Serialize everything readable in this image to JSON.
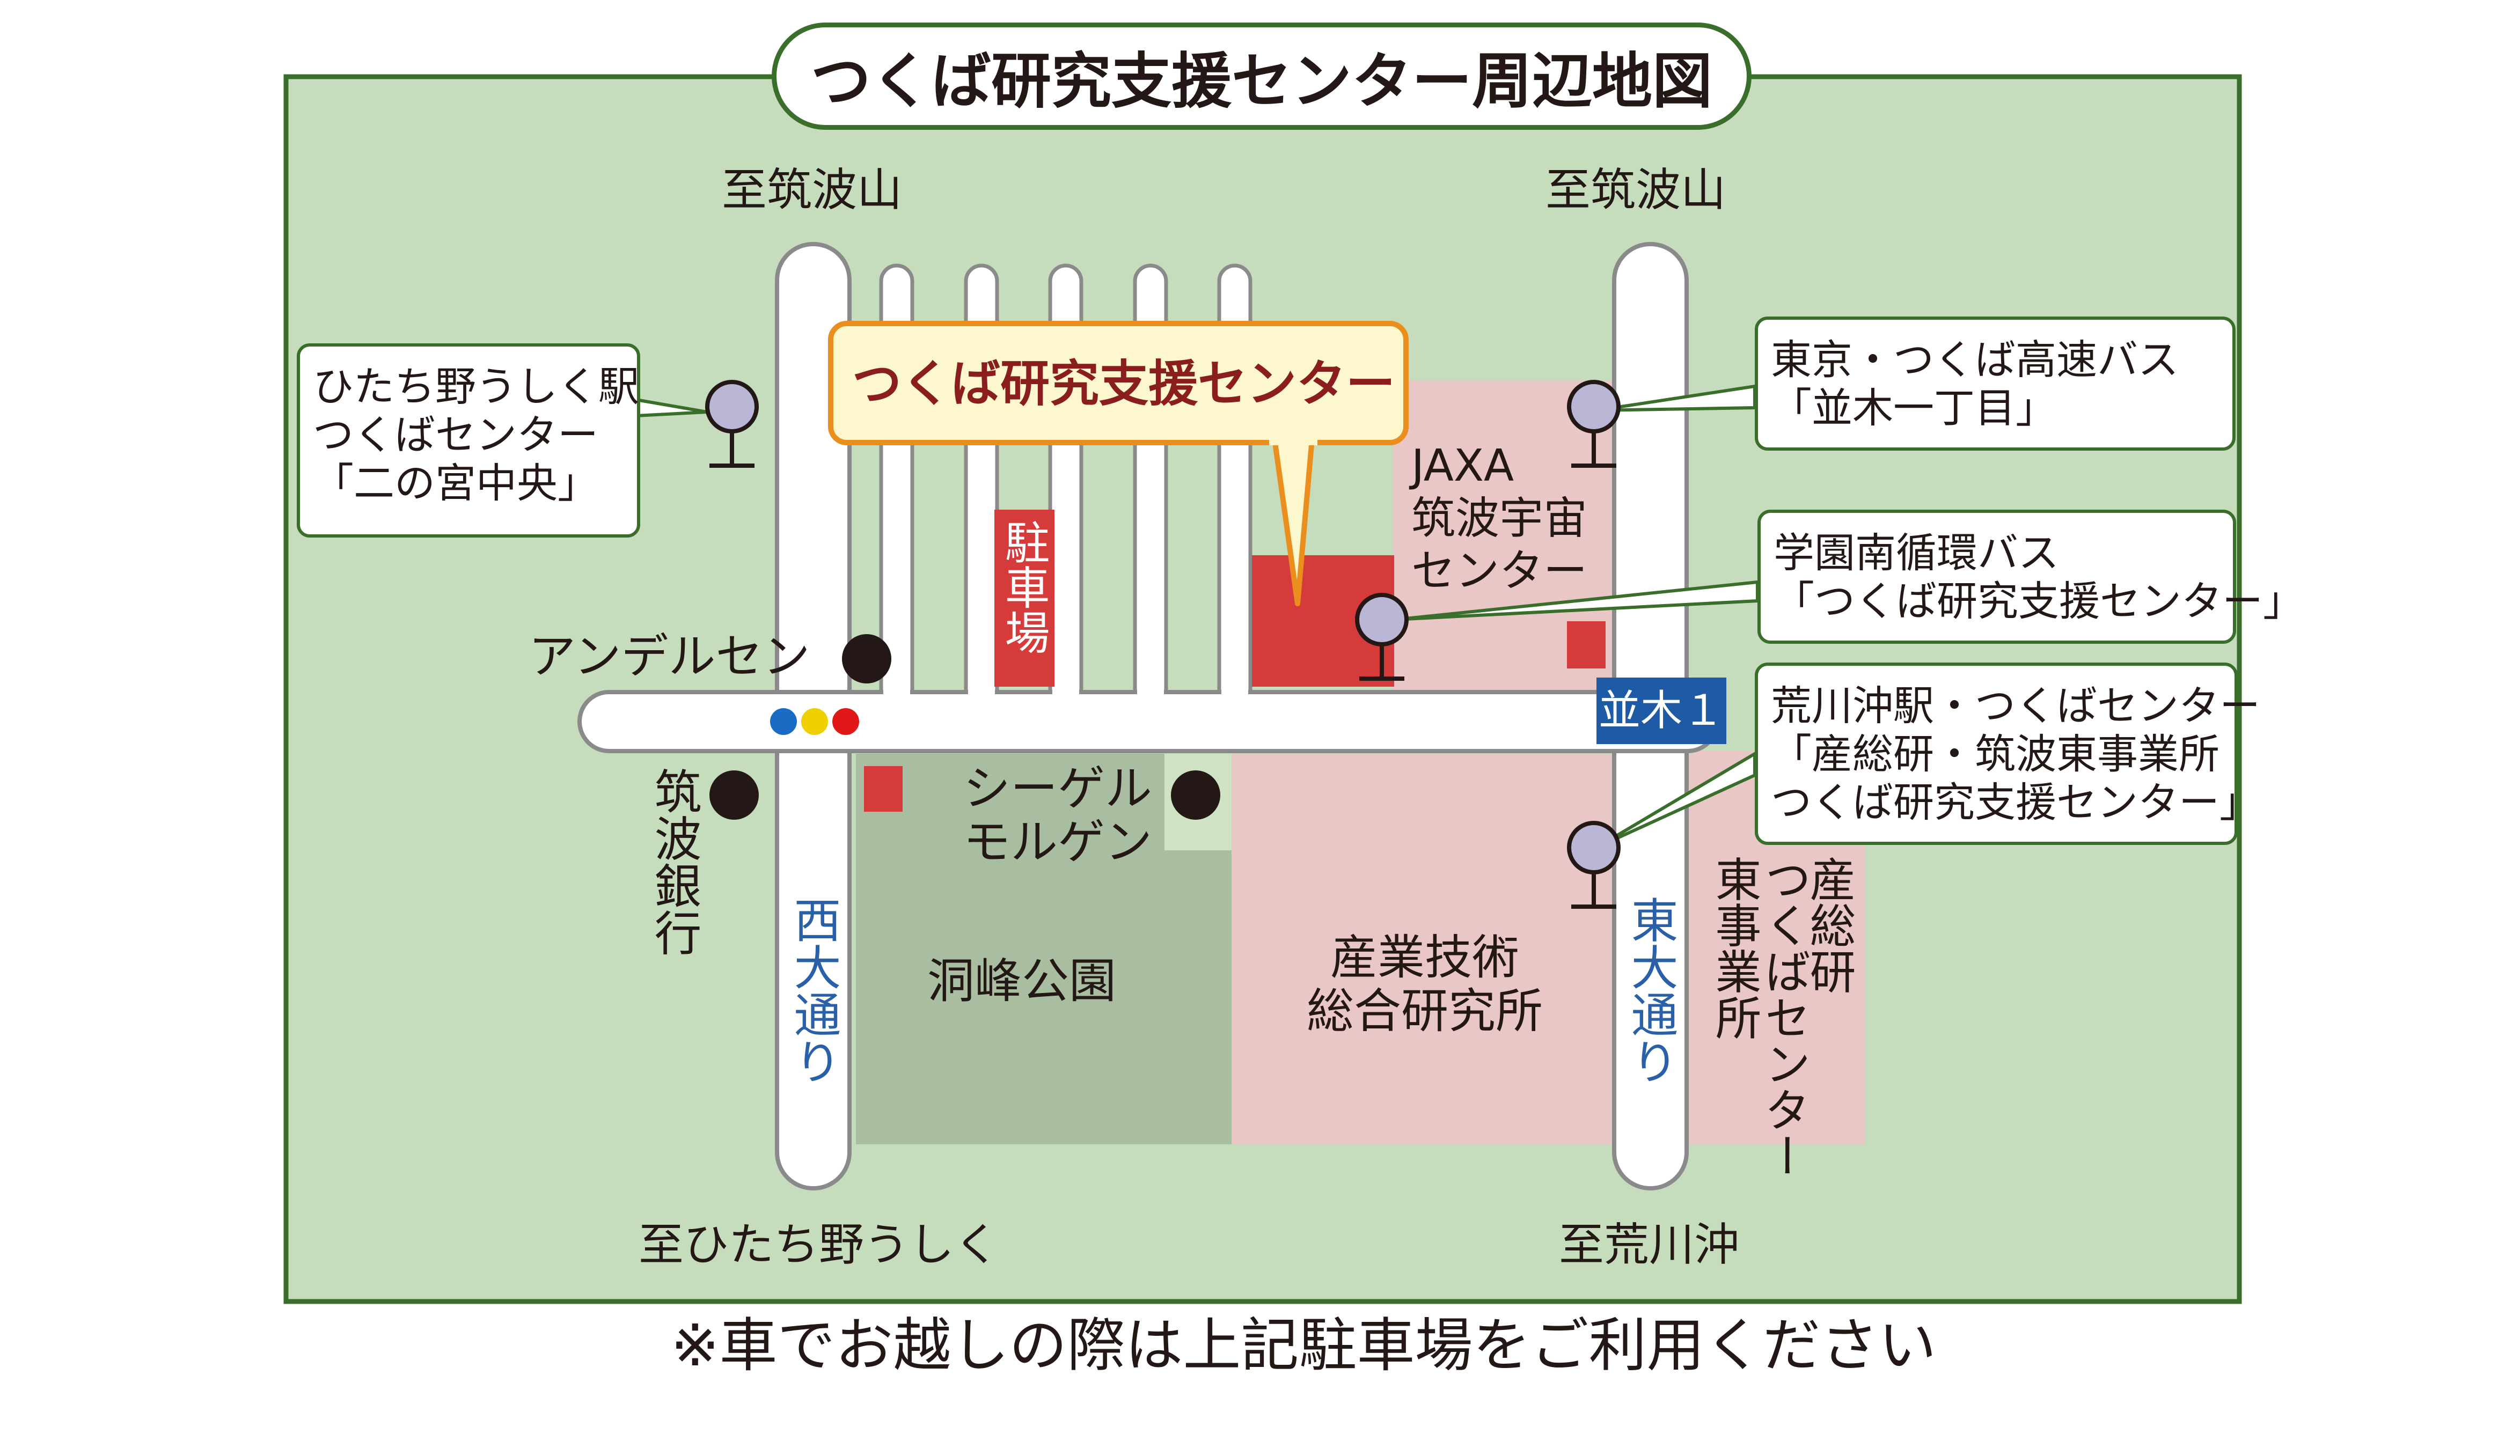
{
  "title": "つくば研究支援センター周辺地図",
  "note": "※車でお越しの際は上記駐車場をご利用ください",
  "destinations": {
    "tsukubasan_west": "至筑波山",
    "tsukubasan_east": "至筑波山",
    "hitachino_ushiku": "至ひたち野うしく",
    "arakawaoki": "至荒川沖"
  },
  "roads": {
    "west": "西大通り",
    "east": "東大通り"
  },
  "intersection": "並木１",
  "main_label": "つくば研究支援センター",
  "parking": "駐車場",
  "places": {
    "jaxa": [
      "JAXA",
      "筑波宇宙",
      "センター"
    ],
    "andersen": "アンデルセン",
    "tsukuba_bank": "筑波銀行",
    "siegel": [
      "シーゲル",
      "モルゲン"
    ],
    "park": "洞峰公園",
    "aist": [
      "産業技術",
      "総合研究所"
    ],
    "aist_east_1": "産総研",
    "aist_east_2": "つくばセンター",
    "aist_east_3": "東事業所"
  },
  "bus_stops": {
    "west": [
      "ひたち野うしく駅",
      "つくばセンター",
      "「二の宮中央」"
    ],
    "northeast": [
      "東京・つくば高速バス",
      "「並木一丁目」"
    ],
    "center": [
      "学園南循環バス",
      "「つくば研究支援センター」"
    ],
    "southeast": [
      "荒川沖駅・つくばセンター",
      "「産総研・筑波東事業所",
      "つくば研究支援センター」"
    ]
  },
  "colors": {
    "map_bg": "#c6ddbd",
    "border": "#3a6e2b",
    "road": "#ffffff",
    "road_edge": "#8a8a8a",
    "park": "#a9bea1",
    "aist_area": "#e9c7c6",
    "building": "#d63b3b",
    "callout_border": "#ea8f1e",
    "callout_fill": "#fcf7cc",
    "callout_text": "#8a1e1e",
    "road_name": "#2a60a8",
    "intersection_bg": "#1f5ba5",
    "signal_blue": "#1a6bc4",
    "signal_yellow": "#f0d000",
    "signal_red": "#e01818",
    "bus_stop": "#b9b6d6"
  }
}
